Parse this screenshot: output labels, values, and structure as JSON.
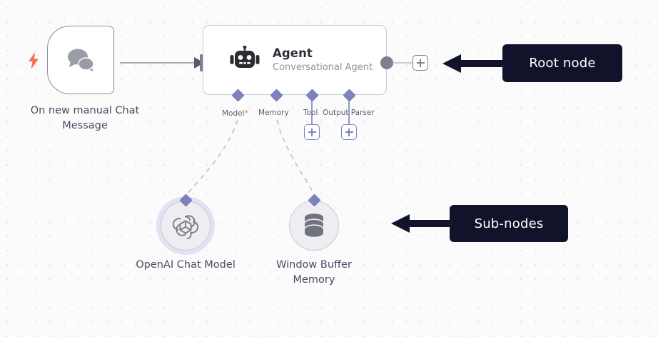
{
  "canvas": {
    "background_color": "#fbfbfc",
    "dot_color": "#e4e4ed",
    "grid_spacing": 20
  },
  "nodes": [
    {
      "id": "chat-trigger",
      "type": "trigger",
      "icon": "chat-bubbles-icon",
      "badge_icon": "lightning-bolt-icon",
      "caption": "On new manual Chat Message",
      "border_color": "#86909e",
      "accent_color": "#ff6d5a"
    },
    {
      "id": "agent",
      "type": "root",
      "icon": "robot-icon",
      "title": "Agent",
      "subtitle": "Conversational Agent",
      "border_color": "#c6c9d4",
      "title_color": "#2d2e3a",
      "subtitle_color": "#8e919e"
    },
    {
      "id": "openai-chat-model",
      "type": "sub",
      "icon": "openai-logo-icon",
      "caption": "OpenAI Chat Model",
      "ring_color": "#dfe3f3",
      "ringed": true
    },
    {
      "id": "window-buffer-memory",
      "type": "sub",
      "icon": "database-icon",
      "caption": "Window Buffer Memory",
      "ring_color": "#dfe3f3",
      "ringed": false
    }
  ],
  "agent_ports": [
    {
      "name": "Model",
      "required": true,
      "required_marker": "*",
      "has_plus": false,
      "connected_to": "openai-chat-model"
    },
    {
      "name": "Memory",
      "required": false,
      "required_marker": "",
      "has_plus": false,
      "connected_to": "window-buffer-memory"
    },
    {
      "name": "Tool",
      "required": false,
      "required_marker": "",
      "has_plus": true,
      "connected_to": null
    },
    {
      "name": "Output Parser",
      "required": false,
      "required_marker": "",
      "has_plus": true,
      "connected_to": null
    }
  ],
  "buttons": {
    "add_node_output": "+",
    "add_tool": "+",
    "add_output_parser": "+"
  },
  "annotations": [
    {
      "id": "root-node-callout",
      "label": "Root node",
      "points_at": "agent",
      "background": "#11132b",
      "text_color": "#ffffff"
    },
    {
      "id": "sub-nodes-callout",
      "label": "Sub-nodes",
      "points_at": "window-buffer-memory",
      "background": "#11132b",
      "text_color": "#ffffff"
    }
  ],
  "connector_colors": {
    "diamond": "#7d82bd",
    "endpoint": "#7b8190",
    "edge": "#8d90a0",
    "dashed_edge": "#c3c4cf"
  }
}
